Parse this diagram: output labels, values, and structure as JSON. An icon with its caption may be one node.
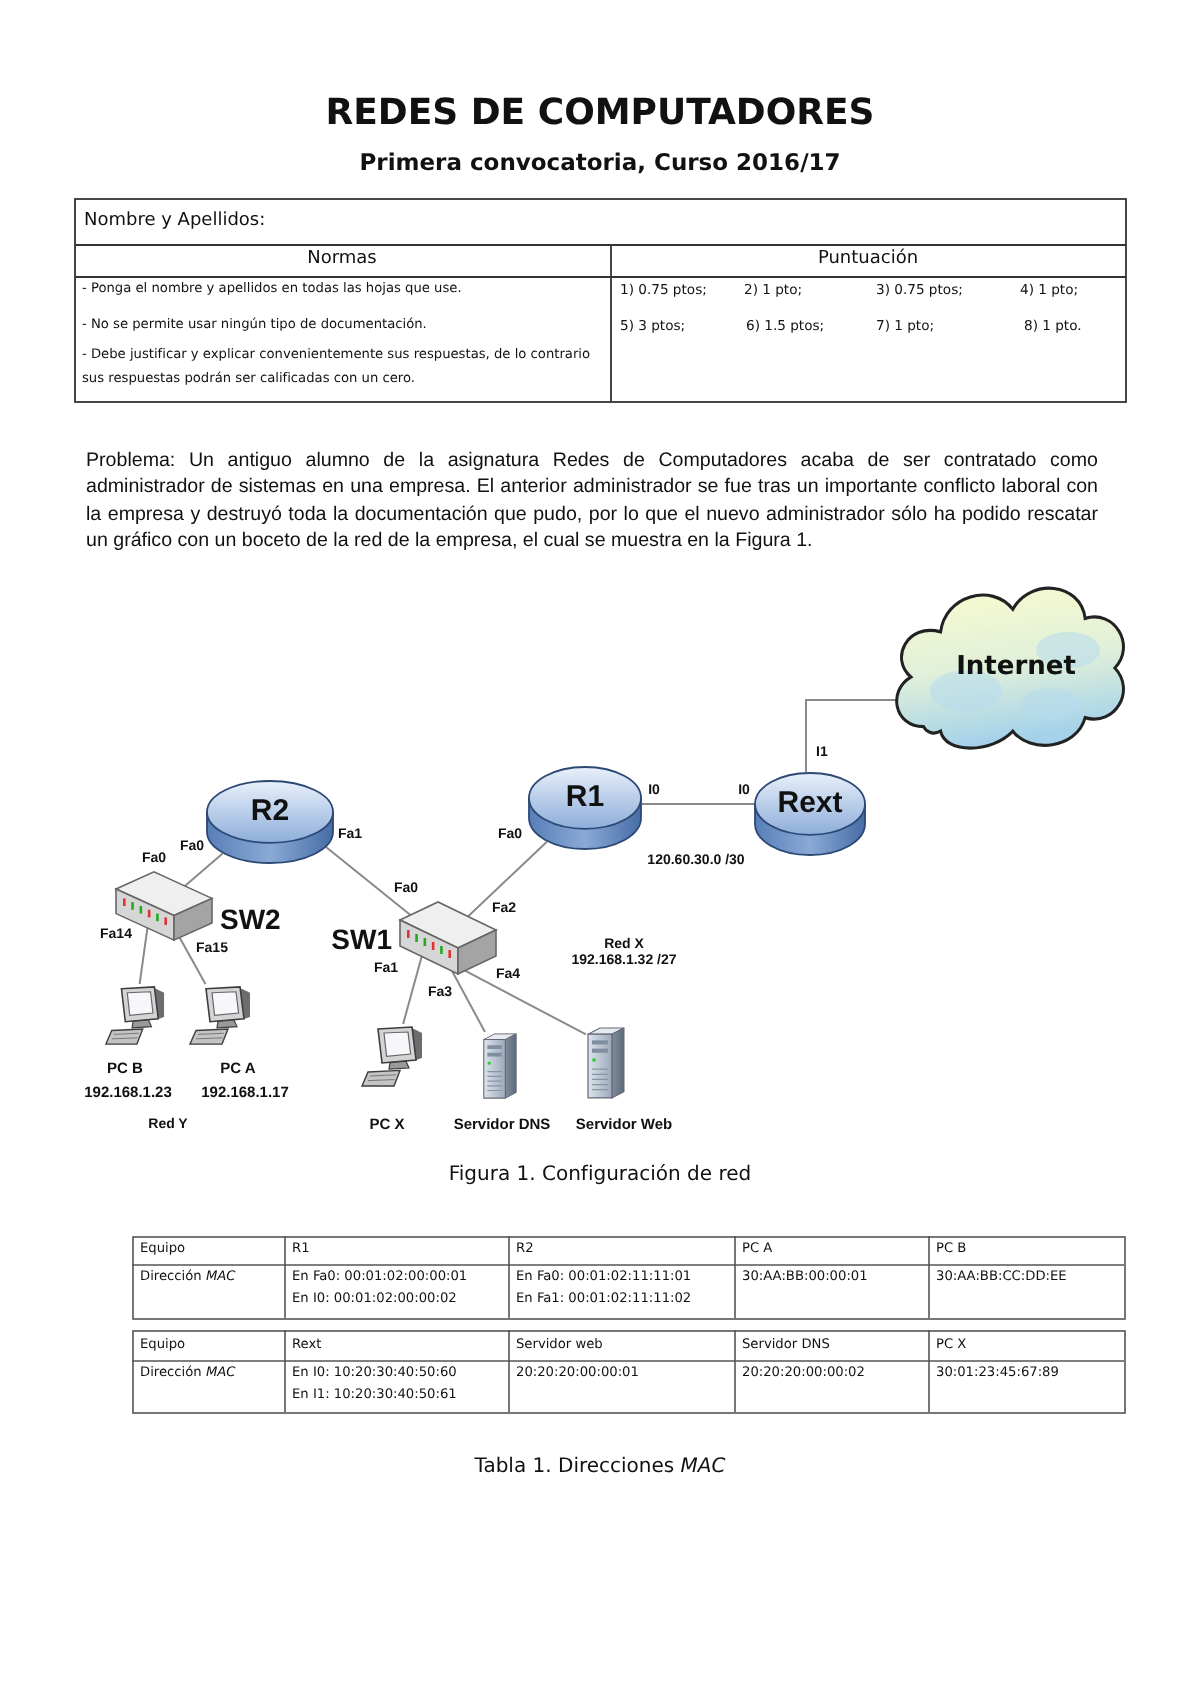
{
  "diagram": {
    "title": "REDES DE COMPUTADORES",
    "caption": "Figura 1. Configuración de red",
    "nodes": [
      {
        "text": [
          "Internet"
        ]
      },
      {
        "text": [
          "R2"
        ]
      },
      {
        "text": [
          "R1"
        ]
      },
      {
        "text": [
          "Rext"
        ]
      },
      {
        "text": [
          "SW2"
        ]
      },
      {
        "text": [
          "SW1"
        ]
      },
      {
        "text": [
          "PC B"
        ],
        "beside": [
          "192.168.1.23"
        ]
      },
      {
        "text": [
          "PC A"
        ],
        "beside": [
          "192.168.1.17"
        ]
      },
      {
        "text": [
          "PC X"
        ]
      },
      {
        "text": [
          "Servidor DNS"
        ]
      },
      {
        "text": [
          "Servidor Web"
        ]
      }
    ],
    "edges": [
      {
        "from": 1,
        "to": 4,
        "arrow": "none"
      },
      {
        "from": 1,
        "to": 5,
        "arrow": "none"
      },
      {
        "from": 2,
        "to": 5,
        "arrow": "none"
      },
      {
        "from": 2,
        "to": 3,
        "arrow": "none"
      },
      {
        "from": 3,
        "to": 0,
        "arrow": "none"
      },
      {
        "from": 4,
        "to": 6,
        "arrow": "none"
      },
      {
        "from": 4,
        "to": 7,
        "arrow": "none"
      },
      {
        "from": 5,
        "to": 8,
        "arrow": "none"
      },
      {
        "from": 5,
        "to": 9,
        "arrow": "none"
      },
      {
        "from": 5,
        "to": 10,
        "arrow": "none"
      }
    ],
    "labels": [
      "Primera convocatoria, Curso 2016/17",
      "Nombre y Apellidos:",
      "Normas",
      "Puntuación",
      "- Ponga el nombre y apellidos en todas las hojas que use.",
      "1) 0.75 ptos;",
      "2) 1 pto;",
      "3) 0.75 ptos;",
      "4) 1 pto;",
      "- No se permite usar ningún tipo de documentación.",
      "5) 3 ptos;",
      "6) 1.5 ptos;",
      "7) 1 pto;",
      "8) 1 pto.",
      "- Debe justificar y explicar convenientemente sus respuestas, de lo contrario sus respuestas podrán ser calificadas con un cero.",
      "Problema: Un antiguo alumno de la asignatura Redes de Computadores acaba de ser contratado como administrador de sistemas en una empresa. El anterior administrador se fue tras un importante conflicto laboral con la empresa y destruyó toda la documentación que pudo, por lo que el nuevo administrador sólo ha podido rescatar un gráfico con un boceto de la red de la empresa, el cual se muestra en la Figura 1.",
      "I1",
      "I0",
      "I0",
      "Fa0",
      "Fa0",
      "Fa1",
      "Fa0",
      "120.60.30.0 /30",
      "Fa0",
      "Fa2",
      "Red X 192.168.1.32 /27",
      "Fa14",
      "Fa15",
      "Fa1",
      "Fa3",
      "Fa4",
      "Red Y",
      "Equipo",
      "R1",
      "R2",
      "PC A",
      "PC B",
      "Dirección *MAC*",
      "En Fa0: 00:01:02:00:00:01",
      "En I0: 00:01:02:00:00:02",
      "En Fa0: 00:01:02:11:11:01",
      "En Fa1: 00:01:02:11:11:02",
      "30:AA:BB:00:00:01",
      "30:AA:BB:CC:DD:EE",
      "Equipo",
      "Rext",
      "Servidor web",
      "Servidor DNS",
      "PC X",
      "Dirección *MAC*",
      "En I0: 10:20:30:40:50:60",
      "En I1: 10:20:30:40:50:61",
      "20:20:20:00:00:01",
      "20:20:20:00:00:02",
      "30:01:23:45:67:89",
      "Tabla 1. Direcciones *MAC*"
    ]
  }
}
